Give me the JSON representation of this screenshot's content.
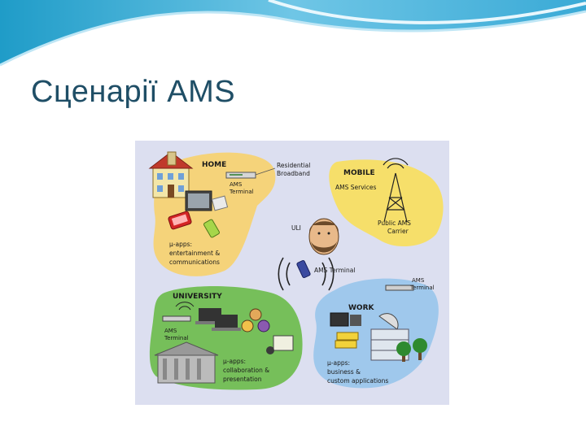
{
  "slide": {
    "title": "Сценарії AMS"
  },
  "diagram": {
    "home": {
      "title": "HOME",
      "residential_line1": "Residential",
      "residential_line2": "Broadband",
      "terminal_line1": "AMS",
      "terminal_line2": "Terminal",
      "apps_line1": "μ-apps:",
      "apps_line2": "entertainment &",
      "apps_line3": "communications"
    },
    "mobile": {
      "title": "MOBILE",
      "services": "AMS Services",
      "carrier_line1": "Public AMS",
      "carrier_line2": "Carrier"
    },
    "center": {
      "uli": "ULI",
      "terminal": "AMS Terminal"
    },
    "university": {
      "title": "UNIVERSITY",
      "terminal_line1": "AMS",
      "terminal_line2": "Terminal",
      "apps_line1": "μ-apps:",
      "apps_line2": "collaboration &",
      "apps_line3": "presentation"
    },
    "work": {
      "title": "WORK",
      "terminal_line1": "AMS",
      "terminal_line2": "Terminal",
      "apps_line1": "μ-apps:",
      "apps_line2": "business &",
      "apps_line3": "custom applications"
    },
    "colors": {
      "background": "#dcdff0",
      "home_blob": "#f5d37a",
      "mobile_blob": "#f6df6a",
      "university_blob": "#76bf5a",
      "work_blob": "#9fc8ec"
    }
  }
}
